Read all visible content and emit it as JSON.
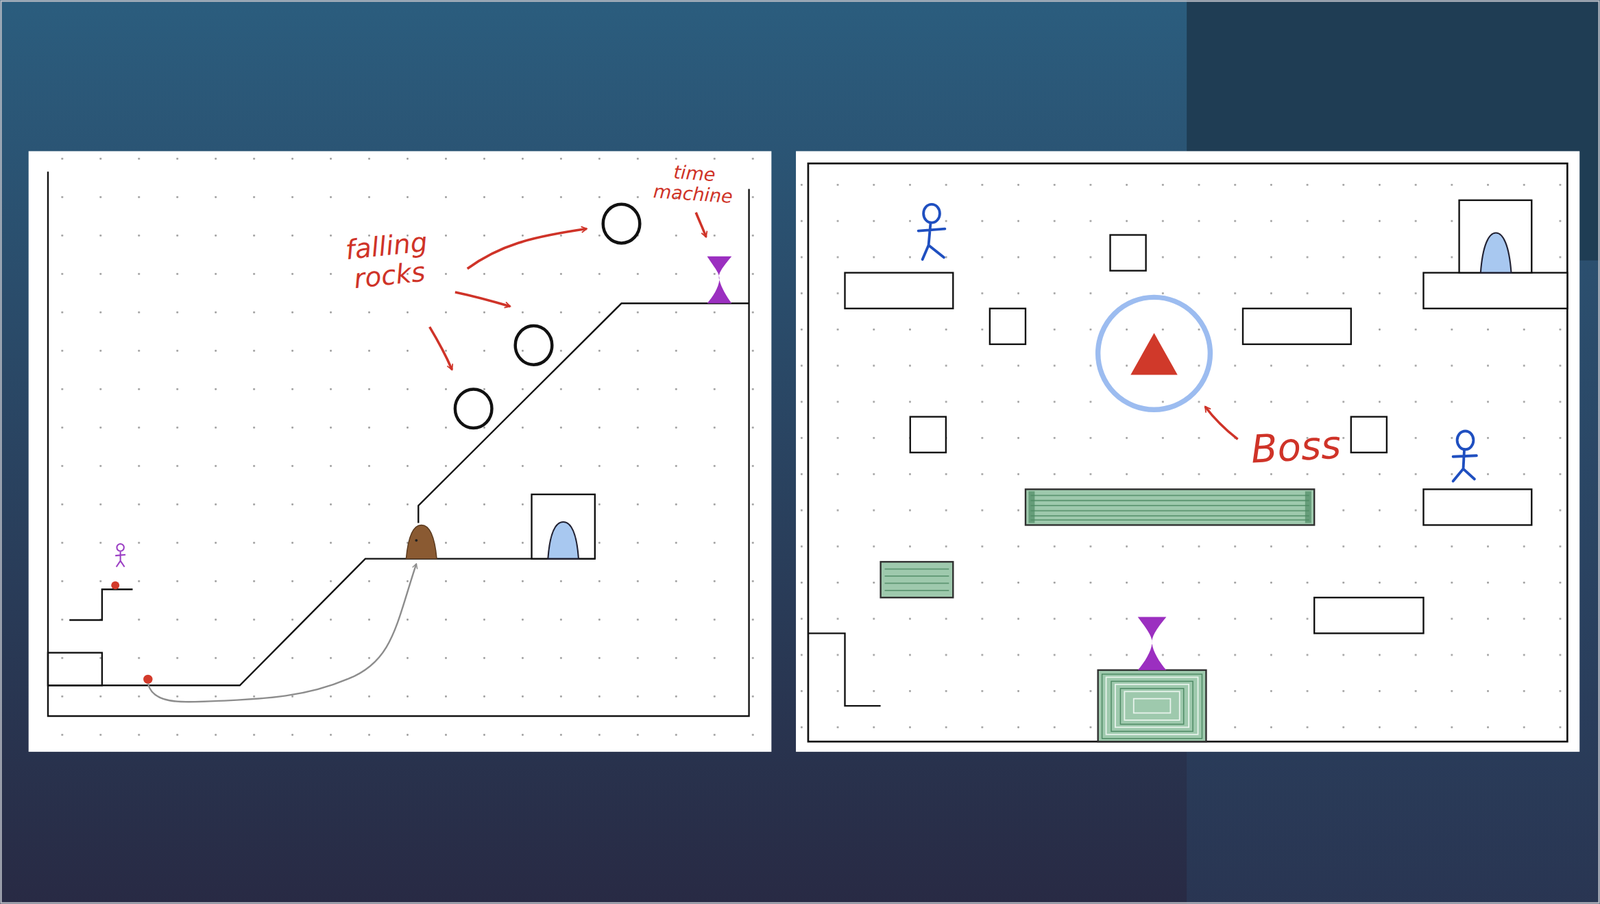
{
  "diagram": {
    "labels": [
      "falling rocks",
      "time machine",
      "Boss"
    ]
  }
}
